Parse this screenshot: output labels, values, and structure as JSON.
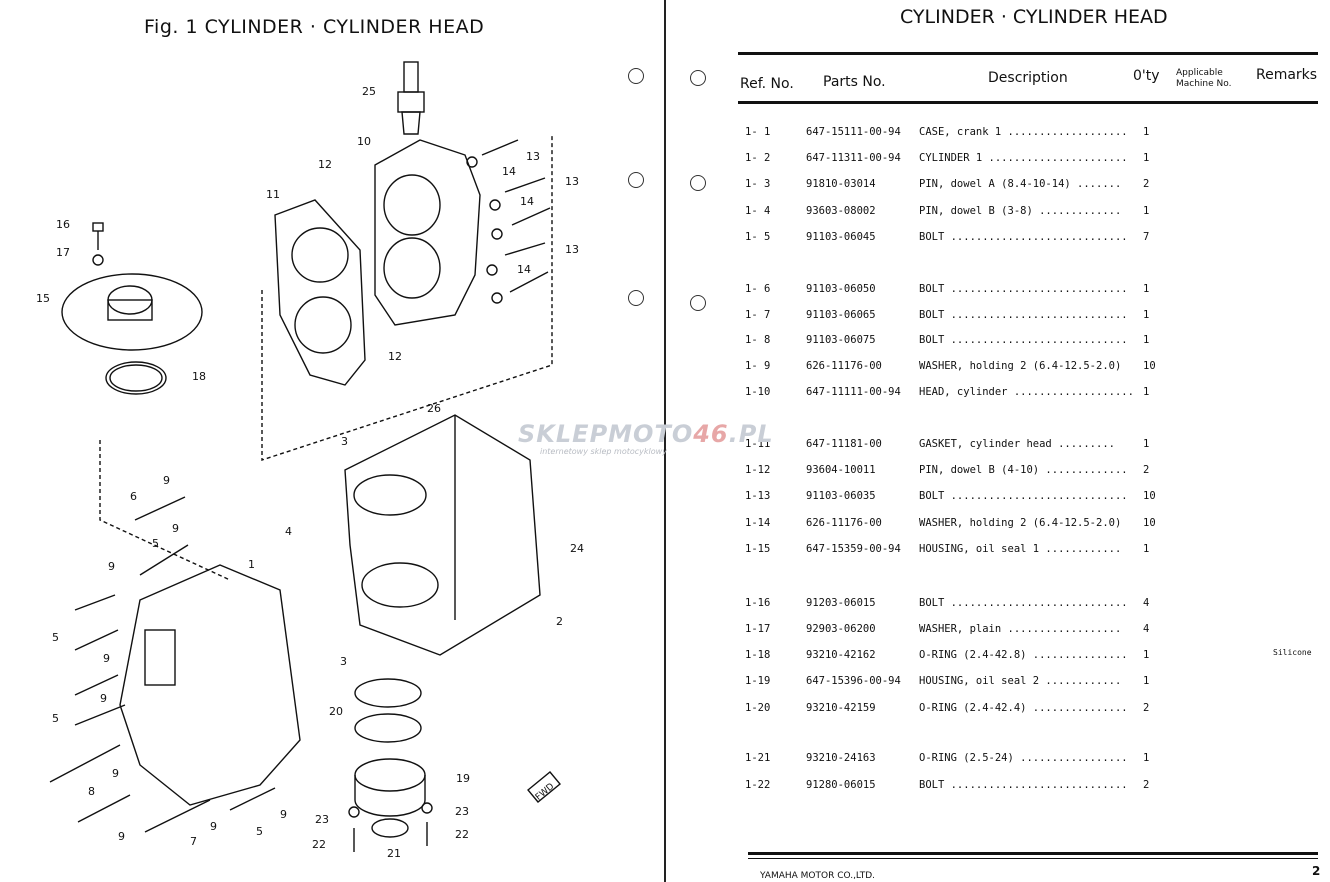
{
  "left": {
    "title": "Fig. 1   CYLINDER · CYLINDER HEAD",
    "callouts": [
      "25",
      "10",
      "12",
      "13",
      "14",
      "13",
      "14",
      "13",
      "14",
      "11",
      "16",
      "17",
      "15",
      "18",
      "12",
      "26",
      "3",
      "4",
      "2",
      "24",
      "9",
      "6",
      "9",
      "5",
      "9",
      "1",
      "5",
      "9",
      "9",
      "5",
      "9",
      "8",
      "9",
      "7",
      "9",
      "5",
      "9",
      "3",
      "20",
      "19",
      "23",
      "23",
      "22",
      "22",
      "21",
      "FWD"
    ]
  },
  "right": {
    "title": "CYLINDER · CYLINDER HEAD",
    "headers": {
      "ref": "Ref. No.",
      "parts": "Parts No.",
      "desc": "Description",
      "qty": "0'ty",
      "applicable_1": "Applicable",
      "applicable_2": "Machine No.",
      "remarks": "Remarks"
    },
    "rows": [
      {
        "ref": "1- 1",
        "part": "647-15111-00-94",
        "desc": "CASE, crank 1 ...................",
        "qty": "1",
        "remarks": ""
      },
      {
        "ref": "1- 2",
        "part": "647-11311-00-94",
        "desc": "CYLINDER 1 ......................",
        "qty": "1",
        "remarks": ""
      },
      {
        "ref": "1- 3",
        "part": "91810-03014",
        "desc": "PIN, dowel A (8.4-10-14) .......",
        "qty": "2",
        "remarks": ""
      },
      {
        "ref": "1- 4",
        "part": "93603-08002",
        "desc": "PIN, dowel B (3-8) .............",
        "qty": "1",
        "remarks": ""
      },
      {
        "ref": "1- 5",
        "part": "91103-06045",
        "desc": "BOLT ............................",
        "qty": "7",
        "remarks": ""
      },
      {
        "ref": "1- 6",
        "part": "91103-06050",
        "desc": "BOLT ............................",
        "qty": "1",
        "remarks": ""
      },
      {
        "ref": "1- 7",
        "part": "91103-06065",
        "desc": "BOLT ............................",
        "qty": "1",
        "remarks": ""
      },
      {
        "ref": "1- 8",
        "part": "91103-06075",
        "desc": "BOLT ............................",
        "qty": "1",
        "remarks": ""
      },
      {
        "ref": "1- 9",
        "part": "626-11176-00",
        "desc": "WASHER, holding 2 (6.4-12.5-2.0)",
        "qty": "10",
        "remarks": ""
      },
      {
        "ref": "1-10",
        "part": "647-11111-00-94",
        "desc": "HEAD, cylinder ...................",
        "qty": "1",
        "remarks": ""
      },
      {
        "ref": "1-11",
        "part": "647-11181-00",
        "desc": "GASKET, cylinder head .........",
        "qty": "1",
        "remarks": ""
      },
      {
        "ref": "1-12",
        "part": "93604-10011",
        "desc": "PIN, dowel B (4-10) .............",
        "qty": "2",
        "remarks": ""
      },
      {
        "ref": "1-13",
        "part": "91103-06035",
        "desc": "BOLT ............................",
        "qty": "10",
        "remarks": ""
      },
      {
        "ref": "1-14",
        "part": "626-11176-00",
        "desc": "WASHER, holding 2 (6.4-12.5-2.0)",
        "qty": "10",
        "remarks": ""
      },
      {
        "ref": "1-15",
        "part": "647-15359-00-94",
        "desc": "HOUSING, oil seal 1 ............",
        "qty": "1",
        "remarks": ""
      },
      {
        "ref": "1-16",
        "part": "91203-06015",
        "desc": "BOLT ............................",
        "qty": "4",
        "remarks": ""
      },
      {
        "ref": "1-17",
        "part": "92903-06200",
        "desc": "WASHER, plain ..................",
        "qty": "4",
        "remarks": ""
      },
      {
        "ref": "1-18",
        "part": "93210-42162",
        "desc": "O-RING (2.4-42.8) ...............",
        "qty": "1",
        "remarks": "Silicone"
      },
      {
        "ref": "1-19",
        "part": "647-15396-00-94",
        "desc": "HOUSING, oil seal 2 ............",
        "qty": "1",
        "remarks": ""
      },
      {
        "ref": "1-20",
        "part": "93210-42159",
        "desc": "O-RING (2.4-42.4) ...............",
        "qty": "2",
        "remarks": ""
      },
      {
        "ref": "1-21",
        "part": "93210-24163",
        "desc": "O-RING (2.5-24) .................",
        "qty": "1",
        "remarks": ""
      },
      {
        "ref": "1-22",
        "part": "91280-06015",
        "desc": "BOLT ............................",
        "qty": "2",
        "remarks": ""
      }
    ],
    "footer": "YAMAHA MOTOR CO.,LTD.",
    "page": "2"
  },
  "watermark": {
    "main_a": "SKLEPMOTO",
    "main_b": "46",
    "main_c": ".PL",
    "sub": "internetowy sklep motocyklowy"
  }
}
